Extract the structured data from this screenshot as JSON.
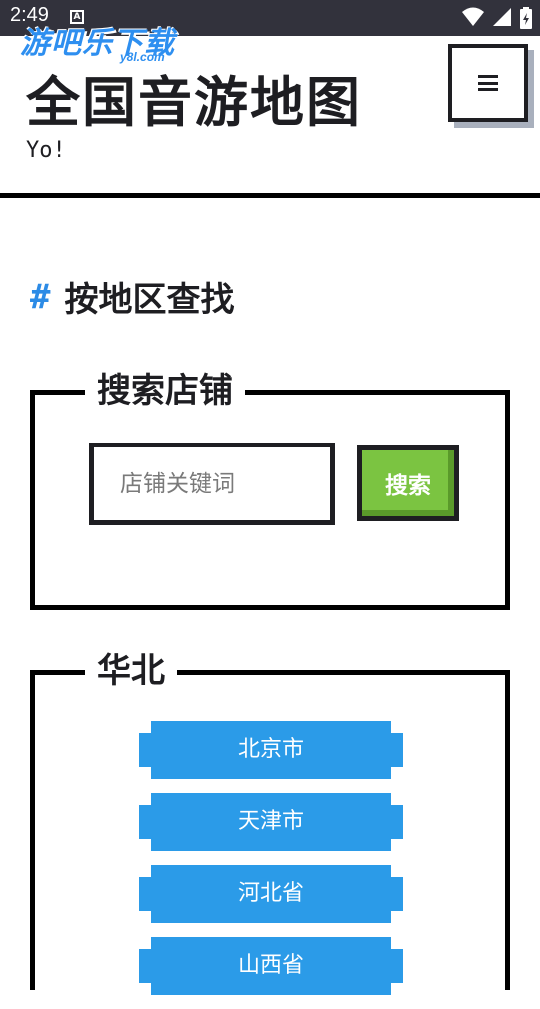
{
  "status_bar": {
    "time": "2:49",
    "notification_letter": "A"
  },
  "watermark": {
    "text": "游吧乐下载",
    "sub": "y8l.com"
  },
  "header": {
    "title": "全国音游地图",
    "tagline": "Yo!"
  },
  "section": {
    "hash": "#",
    "title": "按地区查找"
  },
  "search": {
    "legend": "搜索店铺",
    "placeholder": "店铺关键词",
    "button_label": "搜索"
  },
  "region": {
    "legend": "华北",
    "items": [
      {
        "label": "北京市"
      },
      {
        "label": "天津市"
      },
      {
        "label": "河北省"
      },
      {
        "label": "山西省"
      }
    ]
  },
  "colors": {
    "accent_blue": "#2b9be8",
    "search_green": "#7bc441",
    "text_dark": "#1e1e22",
    "status_bar": "#32323c"
  }
}
